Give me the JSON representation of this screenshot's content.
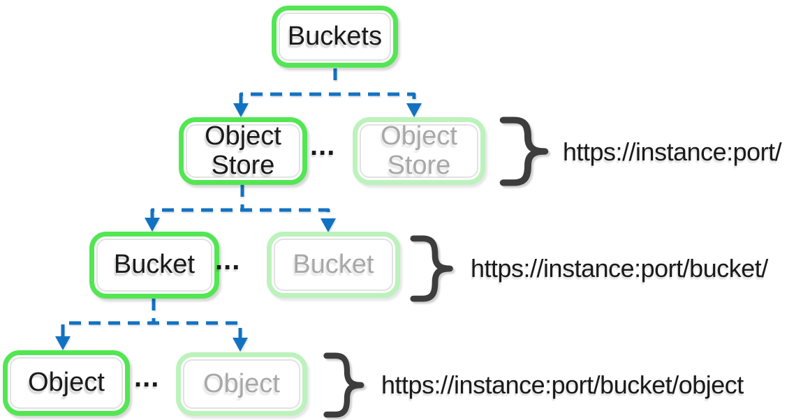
{
  "tree": {
    "root": {
      "label": "Buckets"
    },
    "levels": [
      {
        "primary": {
          "label": "Object Store"
        },
        "ellipsis": "...",
        "ghost": {
          "label": "Object Store"
        },
        "url": "https://instance:port/"
      },
      {
        "primary": {
          "label": "Bucket"
        },
        "ellipsis": "...",
        "ghost": {
          "label": "Bucket"
        },
        "url": "https://instance:port/bucket/"
      },
      {
        "primary": {
          "label": "Object"
        },
        "ellipsis": "...",
        "ghost": {
          "label": "Object"
        },
        "url": "https://instance:port/bucket/object"
      }
    ]
  },
  "icons": {
    "brace": "right-curly-brace",
    "arrow": "down-arrowhead"
  },
  "colors": {
    "node_border_primary": "#53e653",
    "node_border_ghost": "#bcf2bc",
    "node_text": "#1a1a1a",
    "node_text_ghost": "#a8a8a8",
    "connector_blue": "#1272c2",
    "brace_gray": "#3d3d3d",
    "background": "#ffffff"
  }
}
